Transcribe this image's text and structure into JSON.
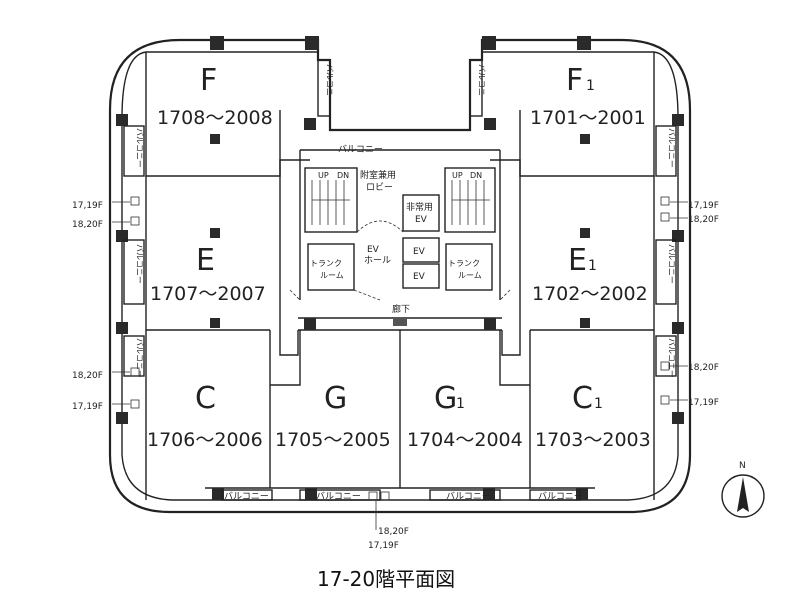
{
  "units": [
    {
      "id": "F",
      "letter": "F",
      "sub": "",
      "range": "1708～2008"
    },
    {
      "id": "F1",
      "letter": "F",
      "sub": "1",
      "range": "1701～2001"
    },
    {
      "id": "E",
      "letter": "E",
      "sub": "",
      "range": "1707～2007"
    },
    {
      "id": "E1",
      "letter": "E",
      "sub": "1",
      "range": "1702～2002"
    },
    {
      "id": "C",
      "letter": "C",
      "sub": "",
      "range": "1706～2006"
    },
    {
      "id": "G",
      "letter": "G",
      "sub": "",
      "range": "1705～2005"
    },
    {
      "id": "G1",
      "letter": "G",
      "sub": "1",
      "range": "1704～2004"
    },
    {
      "id": "C1",
      "letter": "C",
      "sub": "1",
      "range": "1703～2003"
    }
  ],
  "labels": {
    "balcony": "バルコニー",
    "lobby_line1": "附室兼用",
    "lobby_line2": "ロビー",
    "emergency_line1": "非常用",
    "emergency_line2": "EV",
    "ev": "EV",
    "ev_hall_line1": "EV",
    "ev_hall_line2": "ホール",
    "trunk_line1": "トランク",
    "trunk_line2": "ルーム",
    "corridor": "廊下",
    "up": "UP",
    "dn": "DN",
    "floor_1719": "17,19F",
    "floor_1820": "18,20F",
    "north": "N"
  },
  "caption": "17-20階平面図"
}
